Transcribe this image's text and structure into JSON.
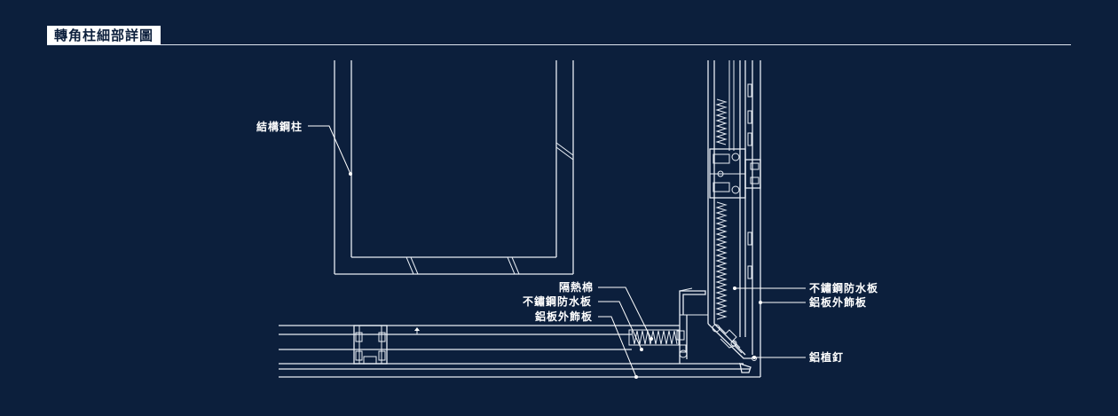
{
  "title": "轉角柱細部詳圖",
  "labels": {
    "steel_column": "結構鋼柱",
    "insulation": "隔熱棉",
    "waterproof_left": "不鏽鋼防水板",
    "cladding_left": "鋁板外飾板",
    "waterproof_right": "不鏽鋼防水板",
    "cladding_right": "鋁板外飾板",
    "aluminum_rivet": "鋁植釘"
  }
}
